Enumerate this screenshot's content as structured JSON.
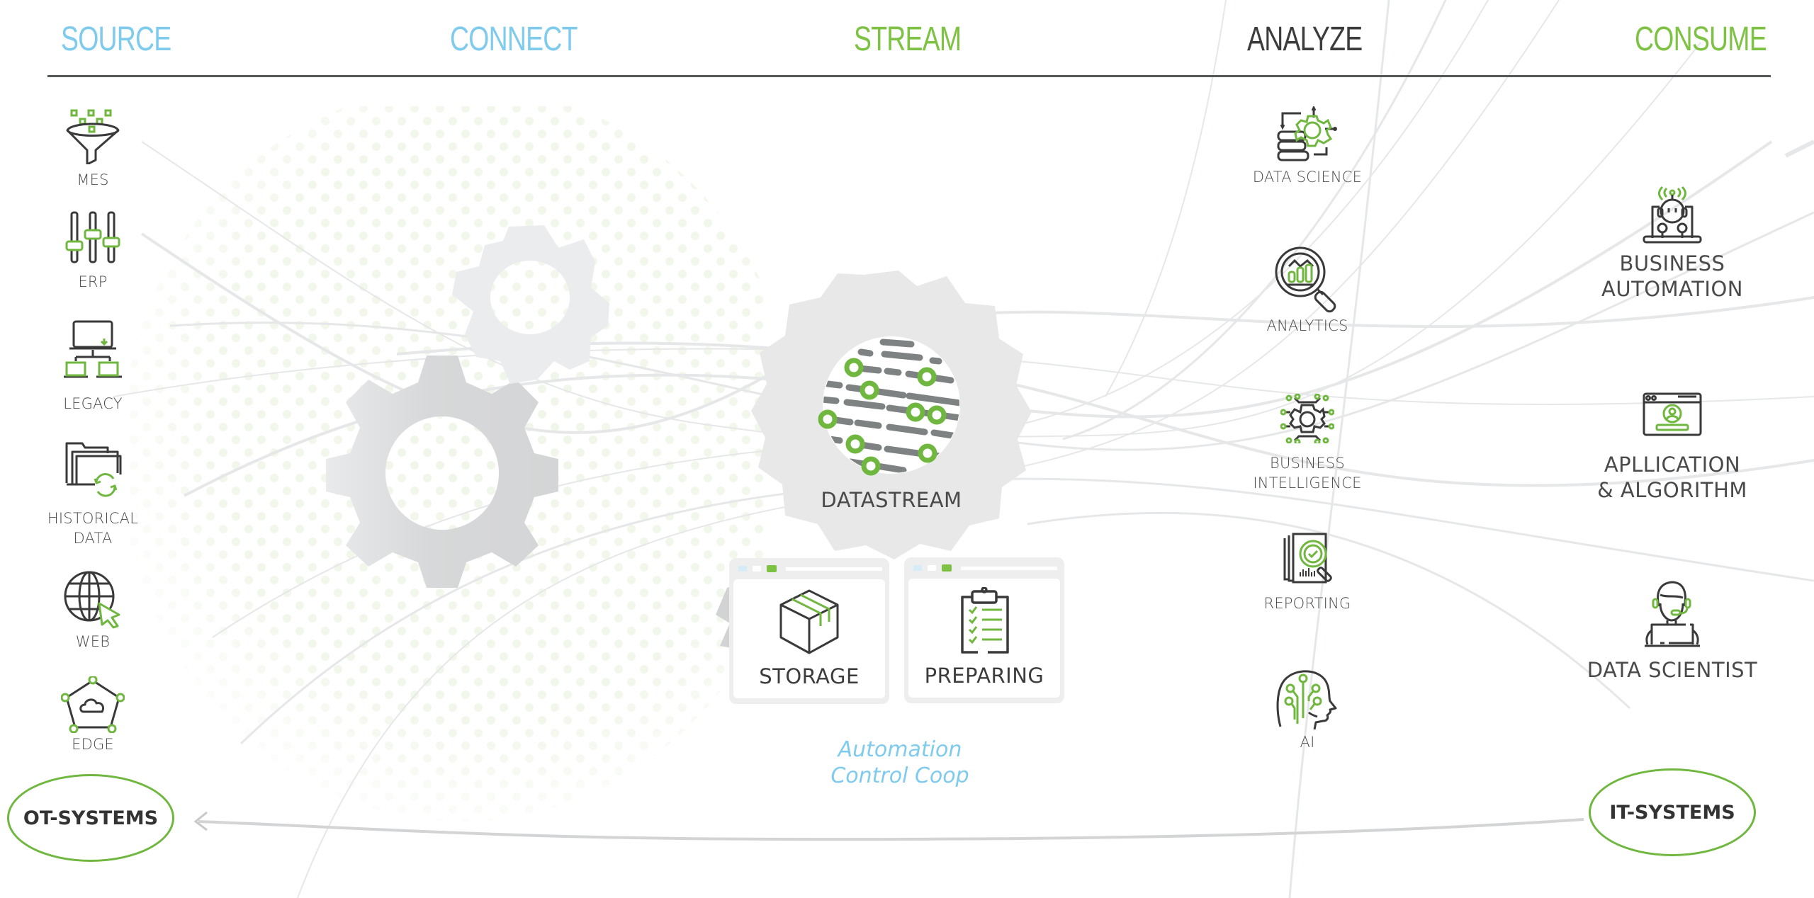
{
  "colors": {
    "accent_blue": "#7ecbee",
    "accent_green": "#7dc242",
    "icon_green": "#6fb73e",
    "dark": "#3c3c3c",
    "gear_gray": "#e6e7e8",
    "rule": "#555759"
  },
  "stages": [
    {
      "label": "SOURCE",
      "color": "#7ecbee"
    },
    {
      "label": "CONNECT",
      "color": "#7ecbee"
    },
    {
      "label": "STREAM",
      "color": "#7dc242"
    },
    {
      "label": "ANALYZE",
      "color": "#3c3c3c"
    },
    {
      "label": "CONSUME",
      "color": "#7dc242"
    }
  ],
  "sources": [
    {
      "label": "MES",
      "icon": "funnel-icon"
    },
    {
      "label": "ERP",
      "icon": "sliders-icon"
    },
    {
      "label": "LEGACY",
      "icon": "network-computers-icon"
    },
    {
      "label_line1": "HISTORICAL",
      "label_line2": "DATA",
      "icon": "folder-sync-icon"
    },
    {
      "label": "WEB",
      "icon": "globe-cursor-icon"
    },
    {
      "label": "EDGE",
      "icon": "edge-cloud-icon"
    }
  ],
  "stream": {
    "hub_label": "DATASTREAM",
    "cards": [
      {
        "label": "STORAGE",
        "icon": "box-icon"
      },
      {
        "label": "PREPARING",
        "icon": "clipboard-checklist-icon"
      }
    ],
    "tagline_line1": "Automation",
    "tagline_line2": "Control Coop"
  },
  "analyze": [
    {
      "label": "DATA SCIENCE",
      "icon": "database-gear-icon"
    },
    {
      "label": "ANALYTICS",
      "icon": "magnifier-chart-icon"
    },
    {
      "label_line1": "BUSINESS",
      "label_line2": "INTELLIGENCE",
      "icon": "circuit-gear-icon"
    },
    {
      "label": "REPORTING",
      "icon": "report-search-icon"
    },
    {
      "label": "AI",
      "icon": "ai-head-icon"
    }
  ],
  "consume": [
    {
      "label_line1": "BUSINESS",
      "label_line2": "AUTOMATION",
      "icon": "robot-laptop-icon"
    },
    {
      "label_line1": "APLLICATION",
      "label_line2": "& ALGORITHM",
      "icon": "browser-user-icon"
    },
    {
      "label": "DATA SCIENTIST",
      "icon": "headset-operator-icon"
    }
  ],
  "systems": {
    "left": "OT-SYSTEMS",
    "right": "IT-SYSTEMS"
  }
}
